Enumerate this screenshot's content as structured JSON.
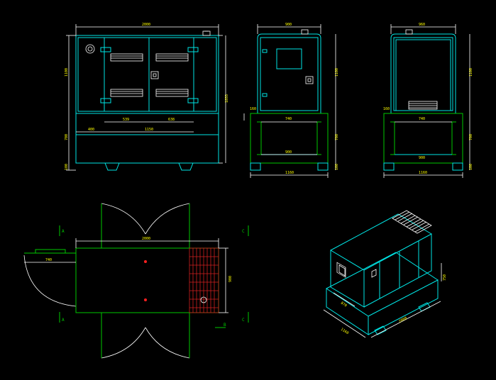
{
  "dimensions": {
    "front_width": "2000",
    "front_height": "1100",
    "front_total_height": "1855",
    "front_base_height": "700",
    "front_foot_height": "100",
    "front_left_offset": "400",
    "front_base_width": "1150",
    "front_seg_left": "539",
    "front_seg_right": "638",
    "side_width": "900",
    "side_height": "1100",
    "side_base_height": "700",
    "side_foot_height": "100",
    "side_offset": "160",
    "side_inner": "740",
    "side_base": "900",
    "side_total": "1160",
    "rear_width": "960",
    "rear_height": "1100",
    "rear_base_height": "700",
    "rear_foot_height": "100",
    "rear_offset": "160",
    "rear_inner": "740",
    "rear_base": "900",
    "rear_total": "1160",
    "plan_length": "2000",
    "plan_width": "900",
    "plan_door": "740",
    "iso_length": "2060",
    "iso_width": "1160",
    "iso_depth": "870",
    "iso_height": "750"
  },
  "section_labels": {
    "a_top": "A",
    "a_bottom": "A",
    "b": "B",
    "c_top": "C",
    "c_bottom": "C"
  }
}
